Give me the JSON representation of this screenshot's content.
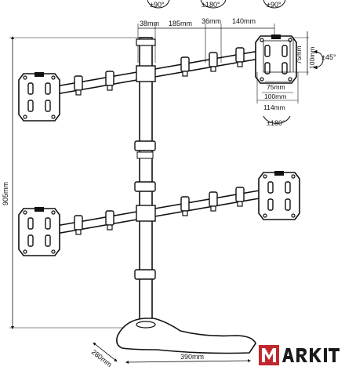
{
  "diagram": {
    "rotation_top": [
      "±90°",
      "±180°",
      "±90°"
    ],
    "tilt": "±45°",
    "rotation_bottom": "±180°",
    "arm_spacing": [
      "38mm",
      "185mm",
      "36mm",
      "140mm"
    ],
    "vesa_vertical": [
      "75mm",
      "100mm"
    ],
    "vesa_horizontal": [
      "75mm",
      "100mm",
      "114mm"
    ],
    "height": "905mm",
    "base_depth": "280mm",
    "base_width": "390mm"
  },
  "logo": {
    "text": "MARKIT",
    "accent": "#c0282d"
  }
}
